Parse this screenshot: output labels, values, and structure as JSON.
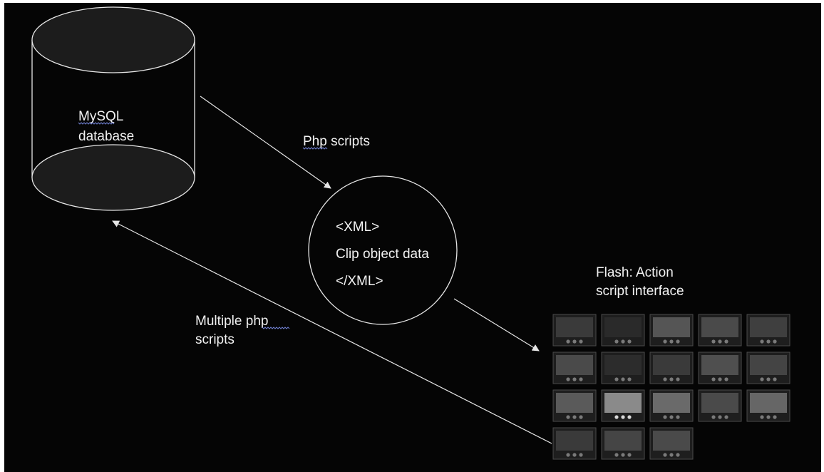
{
  "diagram": {
    "database": {
      "label_line1": "MySQL",
      "label_line2": "database"
    },
    "edge_php": {
      "label": "Php scripts",
      "spell_word": "Php"
    },
    "xml_node": {
      "line1": "<XML>",
      "line2": "Clip object data",
      "line3": "</XML>"
    },
    "flash": {
      "label_line1": "Flash: Action",
      "label_line2": "script interface"
    },
    "edge_multi": {
      "label_line1": "Multiple php",
      "label_line2": "scripts",
      "spell_word": "php"
    },
    "thumbnail_grid": {
      "rows": 4,
      "columns": 5,
      "visible_tiles": 18
    }
  },
  "colors": {
    "background": "#050505",
    "stroke": "#e6e6e6",
    "db_fill": "#1c1c1c",
    "text": "#f2f2f2",
    "spellcheck": "#6f7fd0"
  }
}
